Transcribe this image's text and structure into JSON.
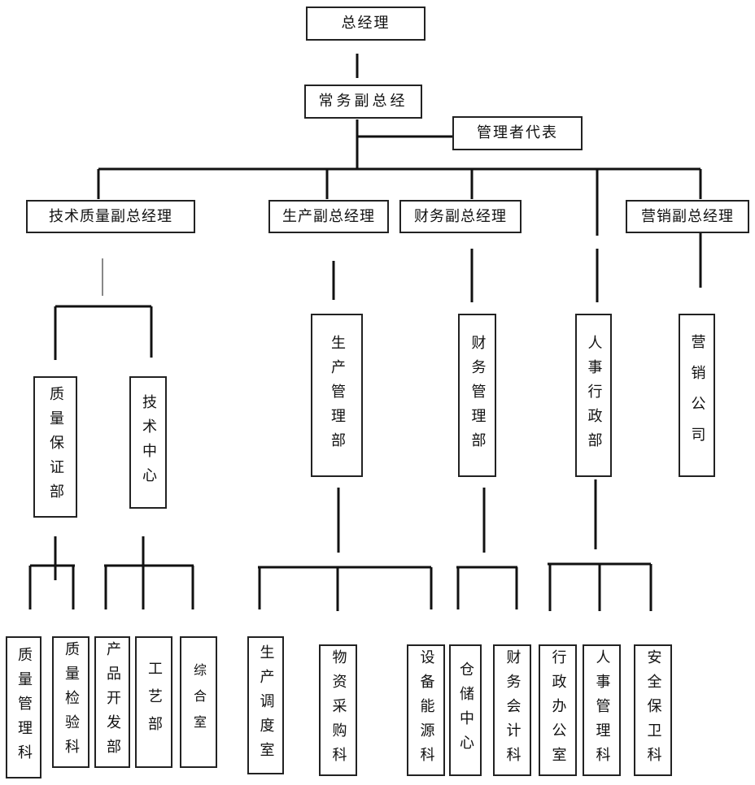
{
  "nodes": {
    "gm": "总经理",
    "exec_vgm": "常务副总经",
    "mgmt_rep": "管理者代表",
    "tech_quality_vgm": "技术质量副总经理",
    "production_vgm": "生产副总经理",
    "finance_vgm": "财务副总经理",
    "marketing_vgm": "营销副总经理",
    "quality_assurance": "质量保证部",
    "tech_center": "技术中心",
    "production_mgmt": "生产管理部",
    "finance_mgmt": "财务管理部",
    "hr_admin": "人事行政部",
    "marketing_company": "营销公司",
    "quality_mgmt_section": "质量管理科",
    "quality_inspection_section": "质量检验科",
    "product_dev_dept": "产品开发部",
    "process_dept": "工艺部",
    "general_office": "综合室",
    "production_dispatch": "生产调度室",
    "material_purchase": "物资采购科",
    "equipment_energy": "设备能源科",
    "warehouse_center": "仓储中心",
    "finance_accounting": "财务会计科",
    "admin_office": "行政办公室",
    "hr_section": "人事管理科",
    "security_section": "安全保卫科"
  }
}
